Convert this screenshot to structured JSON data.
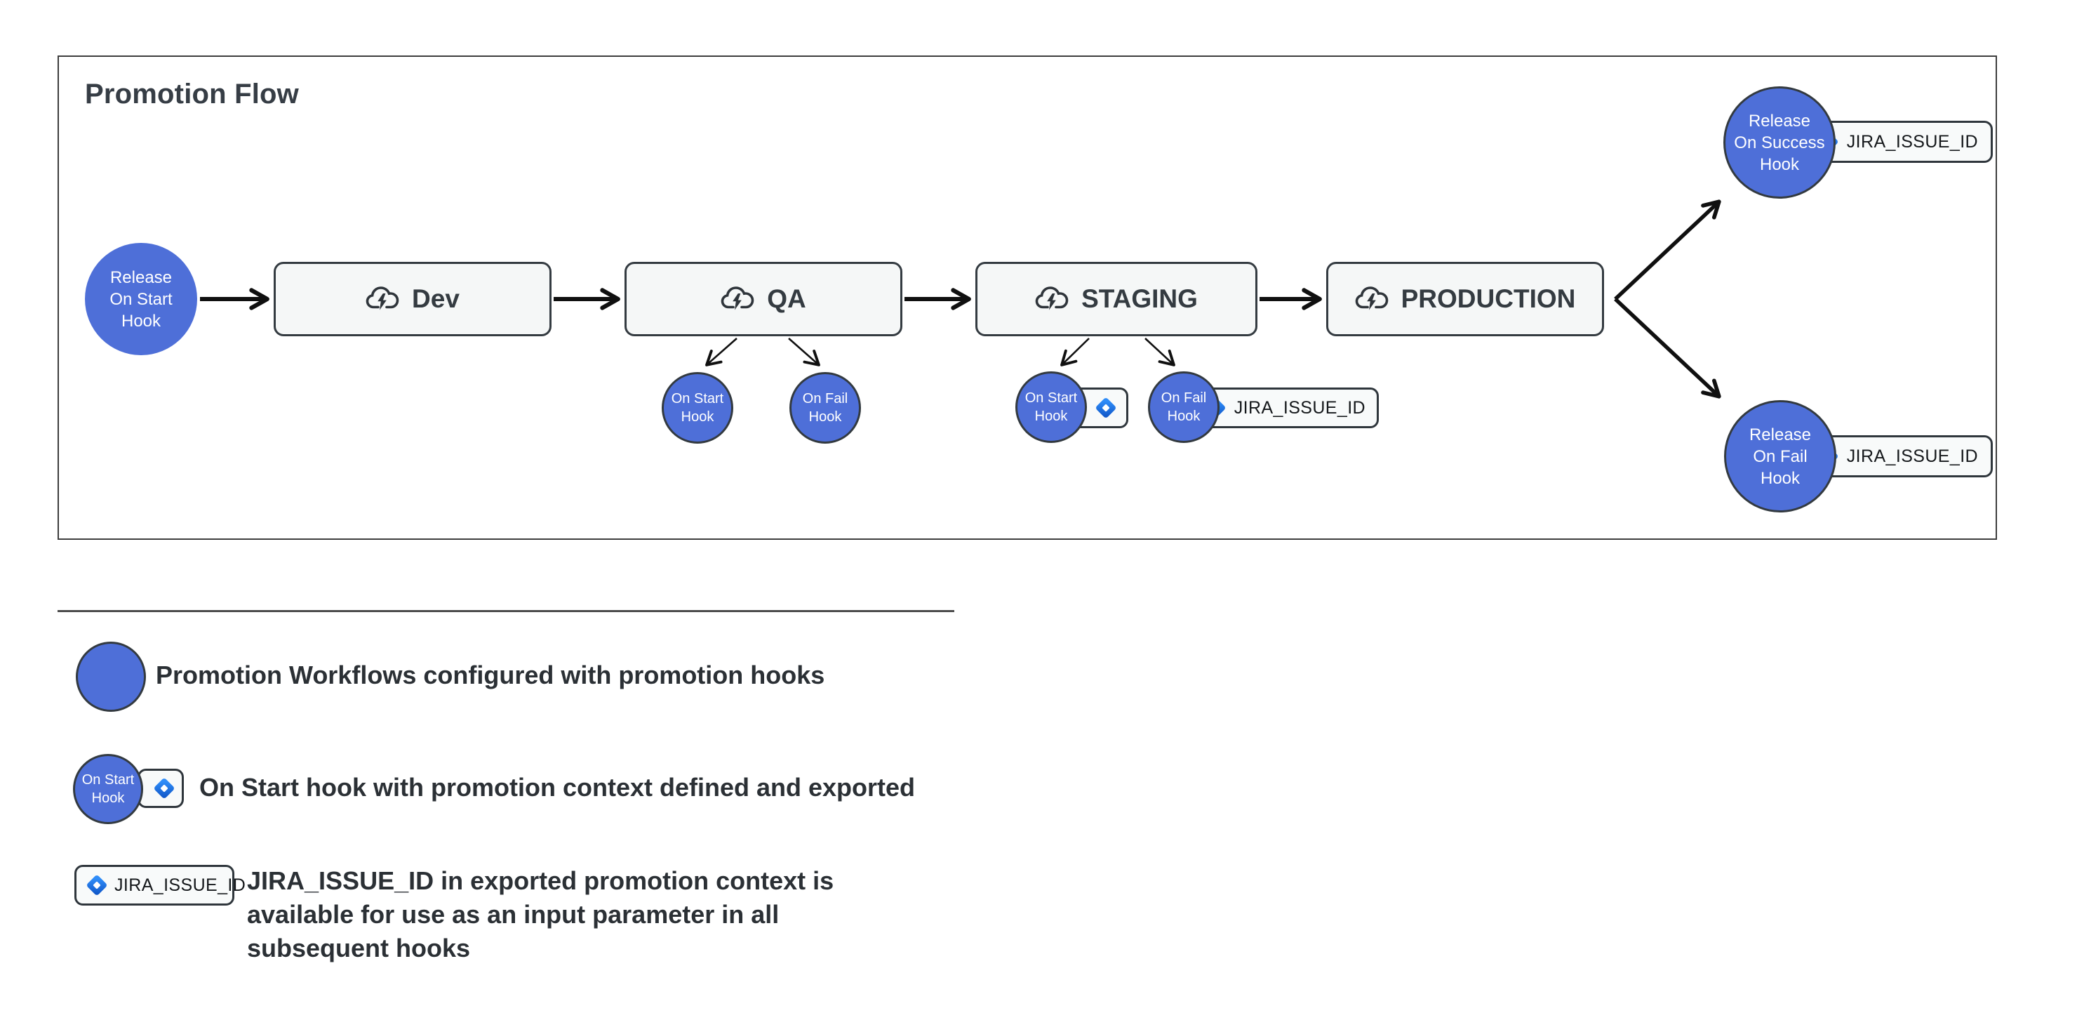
{
  "panel": {
    "title": "Promotion Flow"
  },
  "nodes": {
    "release_on_start": {
      "l1": "Release",
      "l2": "On Start",
      "l3": "Hook"
    },
    "dev": "Dev",
    "qa": "QA",
    "staging": "STAGING",
    "production": "PRODUCTION",
    "qa_on_start": {
      "l1": "On Start",
      "l2": "Hook"
    },
    "qa_on_fail": {
      "l1": "On Fail",
      "l2": "Hook"
    },
    "staging_on_start": {
      "l1": "On Start",
      "l2": "Hook"
    },
    "staging_on_fail": {
      "l1": "On Fail",
      "l2": "Hook"
    },
    "release_on_success": {
      "l1": "Release",
      "l2": "On Success",
      "l3": "Hook"
    },
    "release_on_fail": {
      "l1": "Release",
      "l2": "On Fail",
      "l3": "Hook"
    }
  },
  "badges": {
    "jira_issue_id": "JIRA_ISSUE_ID"
  },
  "legend": {
    "row1_text": "Promotion Workflows configured with promotion hooks",
    "row2_circle": {
      "l1": "On Start",
      "l2": "Hook"
    },
    "row2_text": "On Start hook with promotion context defined and exported",
    "row3_badge": "JIRA_ISSUE_ID",
    "row3_lines": [
      "JIRA_ISSUE_ID in exported promotion context is",
      "available for use as an input parameter in all",
      "subsequent hooks"
    ]
  },
  "icons": {
    "environment": "cloud-lightning-icon",
    "context": "jira-diamond-icon"
  },
  "colors": {
    "hook_blue": "#4e6fd8",
    "jira_blue": "#2f8cf8",
    "jira_blue_dark": "#1158c9",
    "box_bg": "#f5f7f7",
    "border_dark": "#343b41",
    "arrow_black": "#101010"
  }
}
